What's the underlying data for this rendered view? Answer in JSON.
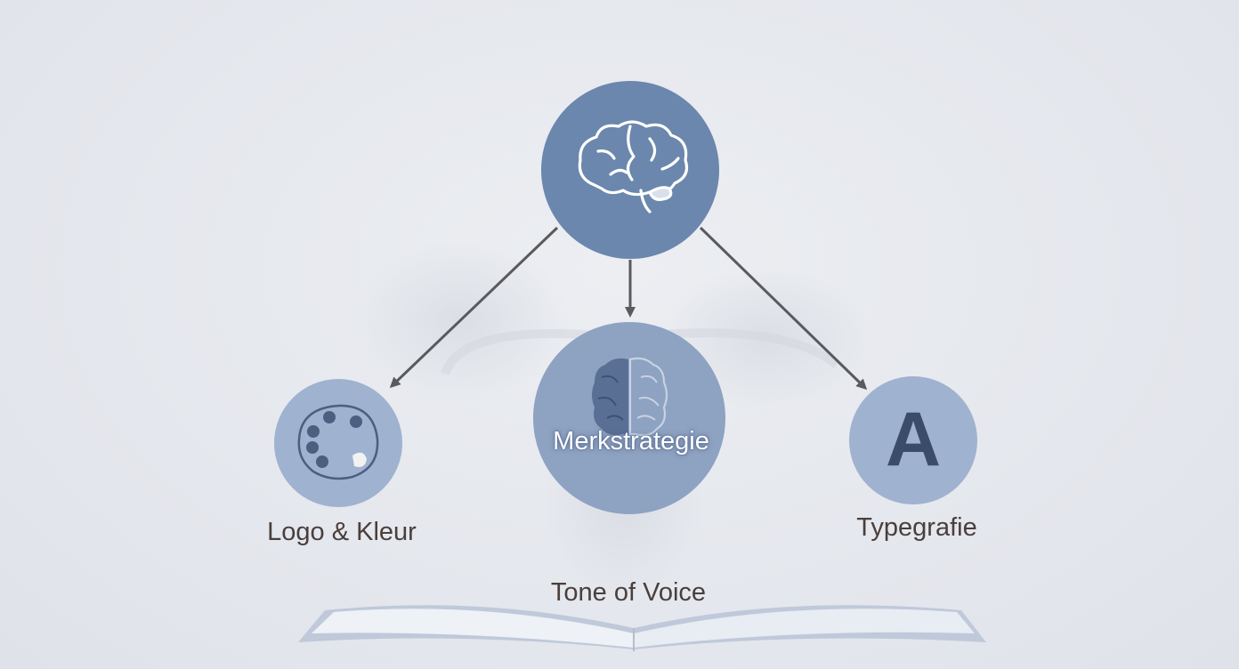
{
  "nodes": {
    "top": {
      "icon": "brain-icon",
      "color": "#6b87ad"
    },
    "center": {
      "label": "Merkstrategie",
      "icon": "split-brain-icon",
      "color": "#8ea2c2"
    },
    "left": {
      "label": "Logo & Kleur",
      "icon": "palette-icon",
      "color": "#9fb2cf"
    },
    "right": {
      "label": "Typegrafie",
      "icon": "letter-a-icon",
      "glyph": "A",
      "color": "#9fb2cf"
    }
  },
  "footer_label": "Tone of Voice",
  "colors": {
    "background": "#e3e6ec",
    "arrow": "#5a5a5e",
    "text": "#4a3f3c",
    "icon_dark": "#3b4c6b"
  }
}
